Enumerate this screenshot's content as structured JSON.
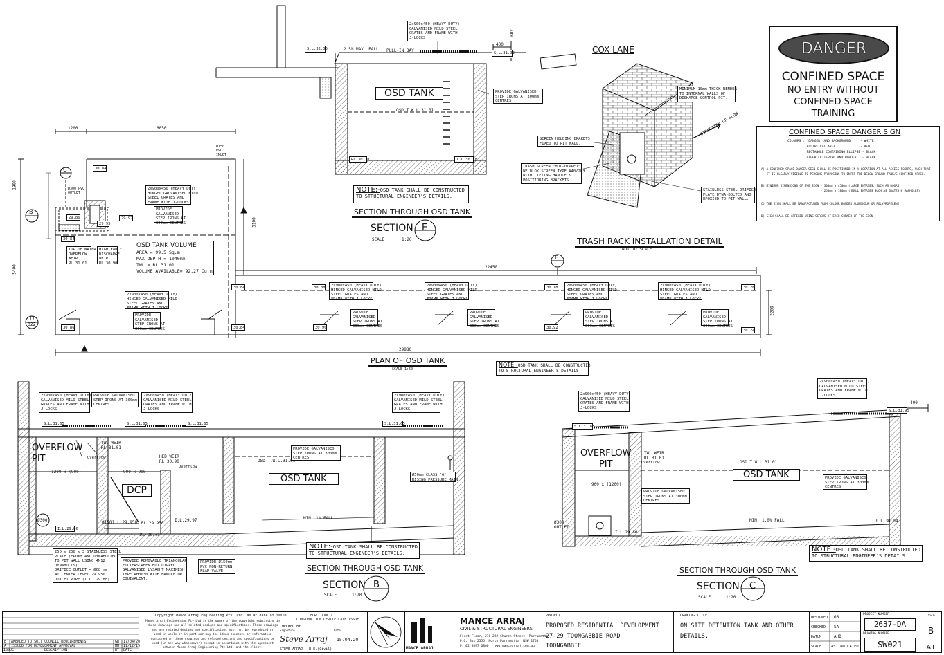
{
  "danger_sign": {
    "header": "DANGER",
    "line1": "CONFINED SPACE",
    "line2": "NO ENTRY WITHOUT",
    "line3": "CONFINED SPACE",
    "line4": "TRAINING",
    "heading": "CONFINED SPACE DANGER SIGN",
    "colours": "COLOURS : 'DANGER' AND BACKGROUND     - WHITE\n          ELLIPTICAL AREA             - RED\n          RECTANGLE CONTAINING ELLIPSE - BLACK\n          OTHER LETTERING AND BORDER   - BLACK",
    "note_a": "A) A CONFINED SPACE DANGER SIGN SHALL BE POSITIONED IN A LOCATION AT ALL ACCESS POINTS, SUCH THAT\n   IT IS CLEARLY VISIBLE TO PERSONS PROPOSING TO ENTER THE BELOW GROUND TANK/S CONFINED SPACE.",
    "note_b": "B) MINIMUM DIMENSIONS OF THE SIGN - 300mm x 450mm (LARGE ENTRIES, SUCH AS DOORS)\n                                  - 250mm x 180mm (SMALL ENTRIES SUCH AS GRATES & MANHOLES)",
    "note_c": "C) THE SIGN SHALL BE MANUFACTURED FROM COLOUR BONDED ALUMINIUM OR POLYPROPELENE",
    "note_d": "D) SIGN SHALL BE AFFIXED USING SCREWS AT EACH CORNER OF THE SIGN"
  },
  "section_e": {
    "tank_label": "OSD TANK",
    "twl": "OSD T.W.L.31.01",
    "grates": "2x900x450 (HEAVY DUTY)\nGALVANISED MILD STEEL\nGRATES AND FRAME WITH\nJ-LOCKS",
    "step_irons": "PROVIDE GALVANISED\nSTEP IRONS AT 300mm\nCENTRES",
    "sl_left": "S.L.32.06",
    "sl_right": "S.L.31.98",
    "fall": "2.5% MAX. FALL",
    "bay": "PULL-IN BAY",
    "dim_400": "400",
    "bdy": "BDY",
    "rl": "RL 30.18",
    "il": "I.L 30.18",
    "cox_lane": "COX LANE",
    "note_label": "NOTE:-",
    "note_text": "OSD TANK SHALL BE CONSTRUCTED\nTO STRUCTURAL ENGINEER'S DETAILS.",
    "heading": "SECTION THROUGH OSD TANK",
    "section_word": "SECTION",
    "section_letter": "E",
    "scale_word": "SCALE",
    "scale_value": "1:20"
  },
  "trash_rack": {
    "render": "MINIMUM 10mm THICK RENDER\nTO INTERNAL WALLS OF\nDISHARGE CONTROL PIT.",
    "brackets": "SCREEN HOLDING BRAKETS\nFIXED TO PIT WALL.",
    "screen": "TRASH SCREEN \"HOT-DIPPED\"\nWELDLOK SCREEN TYPE A40/203\nWITH LIFTING HANDLE &\nPOSITIONING BRACKETS.",
    "orifice": "STAINLESS STEEL ORIFICE\nPLATE DYNA-BOLTED AND\nEPOXIED TO PIT WALL.",
    "flow": "DIRECTION OF FLOW",
    "heading": "TRASH RACK INSTALLATION DETAIL",
    "subheading": "NOT TO SCALE"
  },
  "plan": {
    "dim_1200": "1200",
    "dim_6050": "6050",
    "dim_1900": "1900",
    "dim_5400": "5400",
    "dim_5100": "5100",
    "dim_22450": "22450",
    "dim_2200": "2200",
    "dim_29880": "29880",
    "pvc_inlet": "Ø150\nPVC\nINLET",
    "pvc_outlet": "Ø300 PVC\nOUTLET",
    "grates": "2x900x450 (HEAVY DUTY)\nHINGED GALVANISED MILD\nSTEEL GRATES AND\nFRAME WITH J-LOCKS",
    "step_irons": "PROVIDE\nGALVANISED\nSTEP IRONS AT\n300mm CENTRES",
    "overflow_weir": "TOP OF WATER\nOVERFLOW\nWEIR\nRL.31.01",
    "high_early": "HIGH EARLY\nDISCHARGE\nWEIR\nRL 30.90",
    "volume_title": "OSD TANK VOLUME",
    "volume_area": "AREA = 99.5 Sq.m",
    "volume_depth": "MAX DEPTH = 1040mm",
    "volume_twl": "TWL = RL 31.01",
    "volume_avail": "VOLUME AVAILABLE= 92.27 Cu.m",
    "rl_3084": "30.84",
    "rl_3086": "30.86",
    "rl_2986": "29.86",
    "rl_2995": "29.95",
    "rl_2997": "29.97",
    "rl_3088": "30.88",
    "rl_3090": "30.90",
    "rl_3092": "30.92",
    "rl_3024": "30.24",
    "rl_3018": "30.18",
    "rl_3026": "30.26",
    "section_b": "B",
    "section_c": "C",
    "section_d": "D",
    "section_d_ref": "022",
    "section_e": "E",
    "heading": "PLAN OF OSD TANK",
    "scale": "SCALE 1:50",
    "note_label": "NOTE:-",
    "note_text": "OSD TANK SHALL BE CONSTRUCTED\nTO STRUCTURAL ENGINEER'S DETAILS."
  },
  "section_b": {
    "grates": "2x900x450 (HEAVY DUTY)\nGALVANISED MILD STEEL\nGRATES AND FRAME WITH\nJ-LOCKS",
    "step_irons": "PROVIDE GALVANISED\nSTEP IRONS AT 300mm\nCENTRES",
    "sl": "S.L.31.65",
    "overflow_pit": "OVERFLOW\nPIT",
    "twl_weir": "TWL WEIR\nRL 31.01",
    "hed_weir": "HED WEIR\nRL 30.90",
    "overflow": "Overflow",
    "dim_1200": "1200 x (900)",
    "dim_900": "900 x 900",
    "dcp": "DCP",
    "tank_label": "OSD TANK",
    "twl": "OSD T.W.L.31.01",
    "rising_main": "Ø50mm CLASS '6'\nRISING PRESSURE MAIN",
    "pipe_300": "Ø300",
    "pipe_150": "Ø150",
    "il_2986": "I.L.29.86",
    "il_2995": "I.L.29.950",
    "il_2997": "I.L.29.97",
    "rl_2995": "RL 29.950",
    "rl_2975": "RL 29.75",
    "fall": "MIN. 1% FALL",
    "plate": "250 x 250 x 3 STAINLESS STEEL\nPLATE (EPOXY AND DYNABOLTED\nTO PIT WALL USING 4M12\nDYNABOLTS).\nORIFICE OUTLET = Ø68 mm\nAT CENTER LEVEL 29.950\nOUTLET PIPE (I.L. 29.88)",
    "filterscreen": "PROVIDE REMOVABLE TRIANGULAR\nFILTERSCREEN HOT DIPPED\nGALVANISED LYSAGHT MAXIMESH\nTYPE RH3030 WITH HANDLE OR\nEQUIVALENT.",
    "flap_valve": "PROVIDE Ø150mm\nPVC NON-RETURN\nFLAP VALVE",
    "note_label": "NOTE:-",
    "note_text": "OSD TANK SHALL BE CONSTRUCTED\nTO STRUCTURAL ENGINEER'S DETAILS.",
    "heading": "SECTION THROUGH OSD TANK",
    "section_word": "SECTION",
    "section_letter": "B",
    "scale_word": "SCALE",
    "scale_value": "1:20"
  },
  "section_c": {
    "grates_left": "2x900x450 (HEAVY DUTY)\nGALVANISED MILD STEEL\nGRATES AND FRAME WITH\nJ-LOCKS",
    "grates_right": "2x900x450 (HEAVY DUTY)\nGALVANISED MILD STEEL\nGRATES AND FRAME WITH\nJ-LOCKS",
    "sl_left": "S.L.31.65",
    "sl_right": "S.L.31.95",
    "dim_400": "400",
    "overflow_pit": "OVERFLOW\nPIT",
    "twl_weir": "TWL WEIR\nRL 31.01",
    "overflow": "Overflow",
    "dim_900": "900 x (1200)",
    "step_irons_left": "PROVIDE GALVANISED\nSTEP IRONS AT 300mm\nCENTRES",
    "step_irons_right": "PROVIDE GALVANISED\nSTEP IRONS AT 300mm\nCENTRES",
    "tank_label": "OSD TANK",
    "twl": "OSD T.W.L.31.01",
    "outlet": "Ø300\nOUTLET",
    "il_left": "I.L.29.86",
    "il_right": "I.L.30.04",
    "fall": "MIN. 1.0% FALL",
    "note_label": "NOTE:-",
    "note_text": "OSD TANK SHALL BE CONSTRUCTED\nTO STRUCTURAL ENGINEER'S DETAILS.",
    "heading": "SECTION THROUGH OSD TANK",
    "section_word": "SECTION",
    "section_letter": "C",
    "scale_word": "SCALE",
    "scale_value": "1:20"
  },
  "title_block": {
    "rev_b": "B",
    "rev_b_desc": "AMENDED TO SUIT COUNCIL REQUIREMENTS",
    "rev_b_by": "GB",
    "rev_b_date": "17/04/20",
    "rev_a": "A",
    "rev_a_desc": "ISSUED FOR DEVELOPMENT APPROVAL",
    "rev_a_by": "MM",
    "rev_a_date": "11/12/19",
    "col_issue": "ISSUE",
    "col_desc": "DESCRIPTION",
    "col_by": "BY",
    "col_date": "DATE",
    "copyright_title": "Copyright Mance Arraj Engineering Pty. Ltd. as at date of issue",
    "copyright_body": "Mance Arraj Engineering Pty Ltd is the owner of the copyright subsisting in\nthese drawings and all related designs and specifications. These drawings\nand any related designs and specifications must not be reproduced or\nused in whole or in part nor may the ideas concepts or information\ncontained in these drawings and related designs and specifications be\nused (in any way whatsoever) except in accordance with the agreement\nbetween Mance Arraj Engineering Pty Ltd. and the client.",
    "council_1": "FOR COUNCIL",
    "council_2": "CONSTRUCTION CERTIFICATE ISSUE",
    "checked_by": "CHECKED BY",
    "signature": "Signature",
    "date_label": "Date",
    "sig_name": "Steve Arraj",
    "date_value": "15.04.20",
    "signer": "STEVE ARRAJ   B.E.(Civil)",
    "company": "MANCE ARRAJ",
    "company_sub": "CIVIL & STRUCTURAL ENGINEERS",
    "address": "First Floor, 278-282 Church Street, Parramatta\nP.O. Box 2555  North Parramatta  NSW 1750\nP. 02 8897 6800   www.mancearraj.com.au",
    "logo_text": "MANCE ARRAJ",
    "project_label": "PROJECT",
    "project_1": "PROPOSED RESIDENTIAL DEVELOPMENT",
    "project_2": "27-29 TOONGABBIE ROAD",
    "project_3": "TOONGABBIE",
    "drawing_title_label": "DRAWING TITLE",
    "drawing_title_1": "ON SITE DETENTION TANK AND OTHER",
    "drawing_title_2": "DETAILS.",
    "designed_label": "DESIGNED",
    "designed": "GB",
    "checked_label": "CHECKED",
    "checked": "SA",
    "datum_label": "DATUM",
    "datum": "AHD",
    "scale_label": "SCALE",
    "scale": "AS INDICATED",
    "project_number_label": "PROJECT NUMBER",
    "project_number": "2637-DA",
    "drawing_number_label": "DRAWING NUMBER",
    "drawing_number": "SW021",
    "issue_label": "ISSUE",
    "issue": "B",
    "sheet_size": "A1"
  }
}
